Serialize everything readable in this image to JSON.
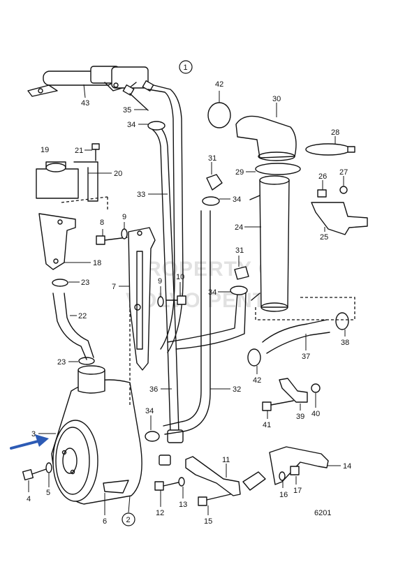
{
  "figure_number": "6201",
  "watermark": {
    "line1": "PROPERTY OF",
    "line2": "VOLVO PENTA"
  },
  "colors": {
    "line": "#111111",
    "arrow": "#2d5bb5",
    "background": "#ffffff",
    "watermark": "#c9c9c9"
  },
  "circled_labels": {
    "assembly_1": "1",
    "assembly_2": "2"
  },
  "callouts": {
    "p3": "3",
    "p4": "4",
    "p5": "5",
    "p6": "6",
    "p7": "7",
    "p8": "8",
    "p9a": "9",
    "p9b": "9",
    "p10": "10",
    "p11": "11",
    "p12": "12",
    "p13": "13",
    "p14": "14",
    "p15": "15",
    "p16": "16",
    "p17": "17",
    "p18": "18",
    "p19": "19",
    "p20": "20",
    "p21": "21",
    "p22": "22",
    "p23a": "23",
    "p23b": "23",
    "p24": "24",
    "p25": "25",
    "p26": "26",
    "p27": "27",
    "p28": "28",
    "p29": "29",
    "p30": "30",
    "p31a": "31",
    "p31b": "31",
    "p32": "32",
    "p33": "33",
    "p34a": "34",
    "p34b": "34",
    "p34c": "34",
    "p34d": "34",
    "p35": "35",
    "p36": "36",
    "p37": "37",
    "p38": "38",
    "p39": "39",
    "p40": "40",
    "p41": "41",
    "p42a": "42",
    "p42b": "42",
    "p43": "43"
  }
}
